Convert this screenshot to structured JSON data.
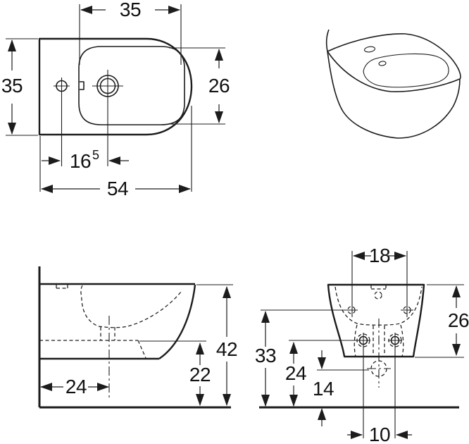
{
  "diagram": {
    "kind": "technical-dimension-drawing",
    "subject": "wall-hung bidet, four views (top, perspective, side, rear)",
    "line_color": "#1c1c1c",
    "background": "#ffffff"
  },
  "dims": {
    "top_basin_width": "35",
    "top_overall_depth": "35",
    "top_basin_depth": "26",
    "top_tap_to_drain_base": "16",
    "top_tap_to_drain_sup": "5",
    "top_overall_length": "54",
    "side_drain_from_wall": "24",
    "side_underside_height": "22",
    "side_top_height": "42",
    "rear_fixing_spacing": "18",
    "rear_body_height": "26",
    "rear_upper_fixing_height": "33",
    "rear_lower_fixing_height": "24",
    "rear_outlet_height": "14",
    "rear_outlet_spacing": "10"
  }
}
